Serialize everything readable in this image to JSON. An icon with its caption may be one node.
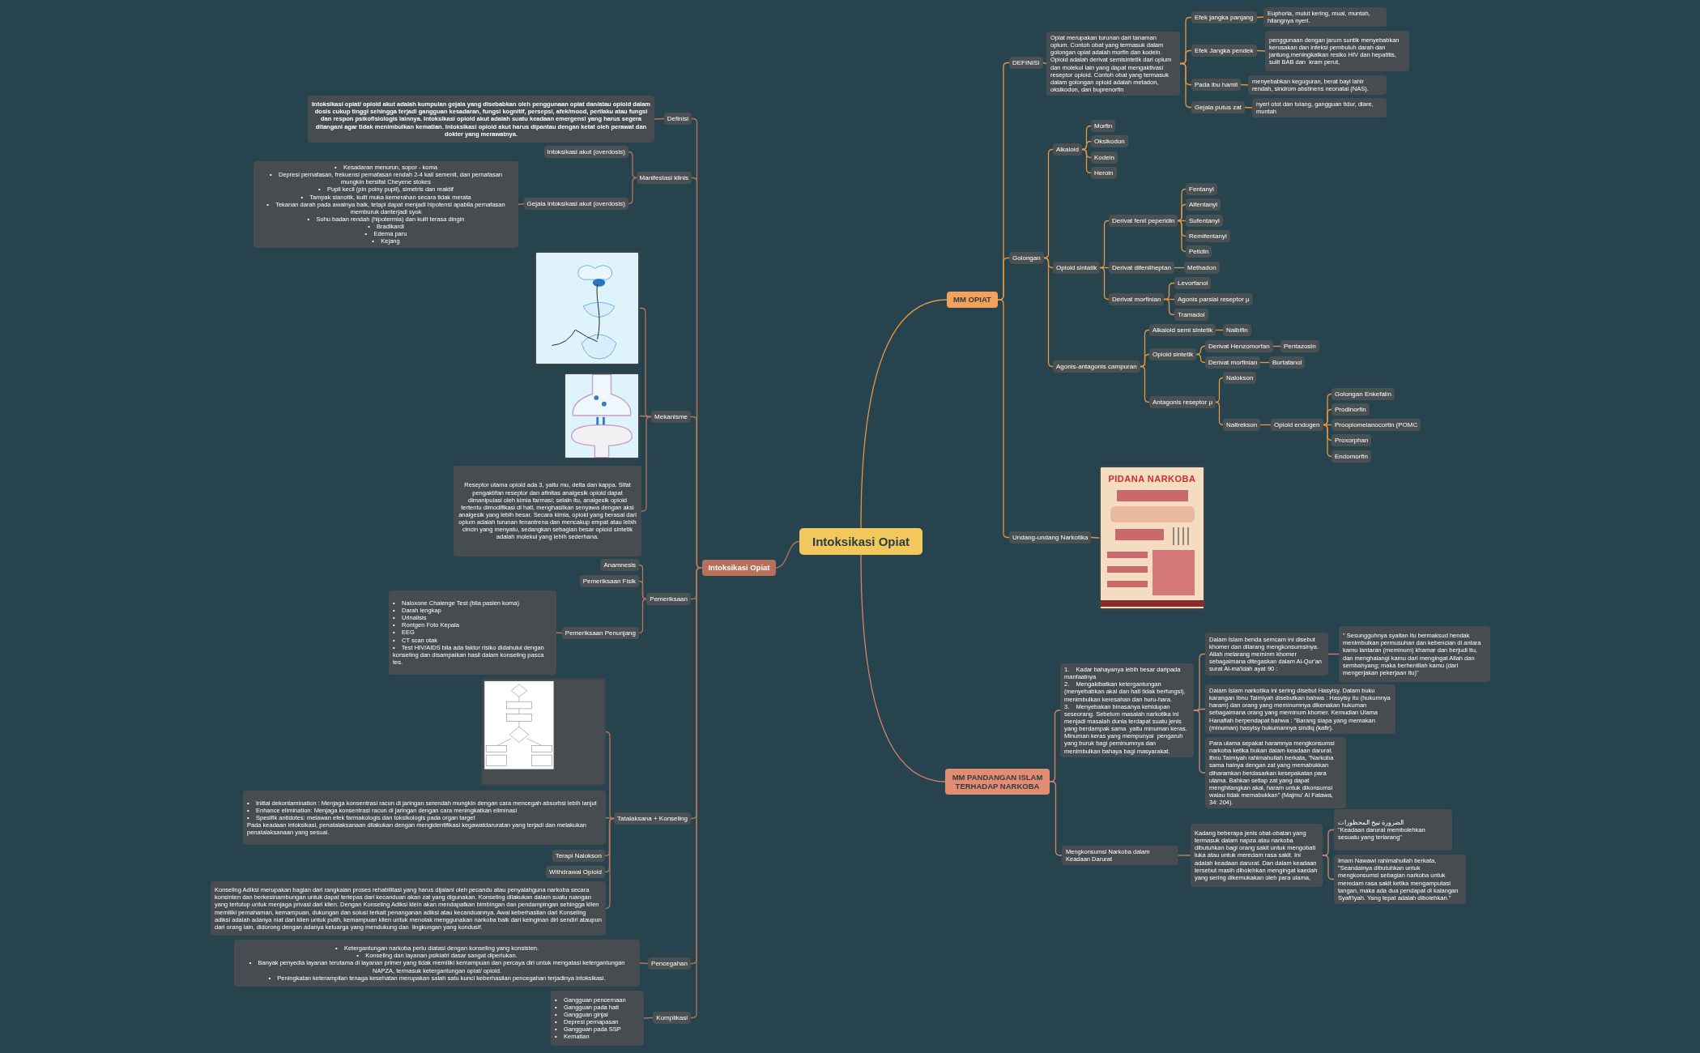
{
  "diagram": {
    "nodes": [
      {
        "text": [
          "Intoksikasi Opiat"
        ]
      },
      {
        "text": [
          "MM OPIAT"
        ]
      },
      {
        "text": [
          "DEFINISI"
        ]
      },
      {
        "text": [
          "Opiat merupakan turunan dari tanaman opium. Contoh obat yang termasuk dalam golongan opiat adalah morfin dan kodein. Opioid adalah derivat semisintetik dari opium dan molekul lain yang dapat mengaktivasi reseptor opioid. Contoh obat yang termasuk dalam golongan opioid adalah metadon, oksikodon, dan buprenorfin"
        ]
      },
      {
        "text": [
          "Efek jangka panjang"
        ]
      },
      {
        "text": [
          "Euphoria, mulut kering, mual, muntah, hilangnya nyeri."
        ]
      },
      {
        "text": [
          "Efek Jangka pendek"
        ]
      },
      {
        "text": [
          "penggunaan dengan jarum suntik menyebabkan kerusakan dan infeksi pembuluh darah dan jantung,meningkatkan resiko HIV dan hepatitis, sulit BAB dan  kram perut,"
        ]
      },
      {
        "text": [
          "Pada ibu hamil"
        ]
      },
      {
        "text": [
          "menyebabkan keguguran, berat bayi lahir rendah, sindrom abstinens neonatal (NAS)."
        ]
      },
      {
        "text": [
          "Gejala putus zat"
        ]
      },
      {
        "text": [
          "nyeri otot dan tulang, gangguan tidur, diare, muntah"
        ]
      },
      {
        "text": [
          "Golongan"
        ]
      },
      {
        "text": [
          "Alkaloid"
        ]
      },
      {
        "text": [
          "Morfin"
        ]
      },
      {
        "text": [
          "Oksikodon"
        ]
      },
      {
        "text": [
          "Kodein"
        ]
      },
      {
        "text": [
          "Heroin"
        ]
      },
      {
        "text": [
          "Opioid sintatik"
        ]
      },
      {
        "text": [
          "Derivat fenil peperidin"
        ]
      },
      {
        "text": [
          "Fentanyl"
        ]
      },
      {
        "text": [
          "Alfentanyl"
        ]
      },
      {
        "text": [
          "Sufentanyl"
        ]
      },
      {
        "text": [
          "Remifentanyl"
        ]
      },
      {
        "text": [
          "Petidin"
        ]
      },
      {
        "text": [
          "Derivat difenilheptan"
        ]
      },
      {
        "text": [
          "Methadon"
        ]
      },
      {
        "text": [
          "Derivat morfinian"
        ]
      },
      {
        "text": [
          "Levorfanol"
        ]
      },
      {
        "text": [
          "Agonis parsial reseptor µ"
        ]
      },
      {
        "text": [
          "Tramadol"
        ]
      },
      {
        "text": [
          "Agonis-antagonis campuran"
        ]
      },
      {
        "text": [
          "Alkaloid semi sintetik"
        ]
      },
      {
        "text": [
          "Nalbifin"
        ]
      },
      {
        "text": [
          "Opioid sintetik"
        ]
      },
      {
        "text": [
          "Derivat Henzomorfan"
        ]
      },
      {
        "text": [
          "Pentazosin"
        ]
      },
      {
        "text": [
          "Derivat morfinian"
        ]
      },
      {
        "text": [
          "Burtafanol"
        ]
      },
      {
        "text": [
          "Antagonis reseptor µ"
        ]
      },
      {
        "text": [
          "Nalokson"
        ]
      },
      {
        "text": [
          "Naltrekson"
        ]
      },
      {
        "text": [
          "Opioid endogen"
        ]
      },
      {
        "text": [
          "Golongan Enkefalin"
        ]
      },
      {
        "text": [
          "Prodinorfin"
        ]
      },
      {
        "text": [
          "Proopiomelanocortin (POMC"
        ]
      },
      {
        "text": [
          "Proxorphan"
        ]
      },
      {
        "text": [
          "Endomorfin"
        ]
      },
      {
        "text": [
          "Undang-undang Narkotika"
        ]
      },
      {
        "text": [],
        "shape": "picture"
      },
      {
        "text": [
          "MM PANDANGAN ISLAM TERHADAP NARKOBA"
        ]
      },
      {
        "text": [
          "1.    Kadar bahayanya lebih besar daripada manfaatnya",
          "2.    Mengakibatkan ketergantungan (menyebabkan akal dan hati tidak berfungsi), menimbulkan keresahan dan huru-hara.",
          "3.    Menyebakan binasanya kehidupan seseorang. Sebelum masalah narkotika ini menjadi masalah dunia terdapat suatu jenis yang berdampak sama  yaitu minuman keras. Minuman keras yang mempunyai  pengaruh yang buruk bagi peminumnya dan menimbulkan bahaya bagi masyarakat."
        ]
      },
      {
        "text": [
          "Dalam Islam benda semcam ini disebut khomer dan dilarang mengkonsumsinya. Allah melarang meminm khomer sebagaimana ditegaskan dalam Al-Qur'an surat Al-ma'idah ayat 90 :"
        ]
      },
      {
        "text": [
          "\" Sesungguhnya syaitan itu bermaksud hendak menimbulkan permusuhan dan kebencian di antara kamu lantaran (meminum) khamar dan berjudi itu, dan menghalangi kamu dari mengingat Allah dan sembahyang; maka berhentilah kamu (dari mengerjakan pekerjaan itu)\""
        ]
      },
      {
        "text": [
          "Dalam Islam narkotika ini sering disebut Hasyisy. Dalam buku karangan Ibnu Taimiyah disebutkan bahwa : Hasyisy itu (hukumnya haram) dan orang yang meminumnya dikenakan hukuman sebagaimana orang yang meminum khomer. Kemudian Ulama Hanafiah berpendapat bahwa : \"Barang siapa yang memakan (minuman) hasyisy hukumannya sindiq (kafir)."
        ]
      },
      {
        "text": [
          "Para ulama sepakat haramnya mengkonsumsi narkoba ketika bukan dalam keadaan darurat. Ibnu Taimiyah rahimahullah berkata, \"Narkoba sama halnya dengan zat yang memabukkan diharamkan berdasarkan kesepakatan para ulama. Bahkan setiap zat yang dapat menghilangkan akal, haram untuk dikonsumsi walau tidak memabukkan\" (Majmu' Al Fatawa, 34: 204)."
        ]
      },
      {
        "text": [
          "Mengkonsumsi Narkoba dalam Keadaan Darurat"
        ]
      },
      {
        "text": [
          "Kadang beberapa jenis obat-obatan yang termasuk dalam napza atau narkoba dibutuhkan bagi orang sakit untuk mengobati luka atau untuk meredam rasa sakit. Ini adalah keadaan darurat. Dan dalam keadaan tersebut masih dibolehkan mengingat kaedah yang sering dikemukakan oleh para ulama,"
        ]
      },
      {
        "text": [
          "الضرورة تبيح المحظورات",
          "\"Keadaan darurat membolehkan sesuatu yang terlarang\""
        ]
      },
      {
        "text": [
          "Imam Nawawi rahimahullah berkata, \"Seandainya dibutuhkan untuk mengkonsumsi sebagian narkoba untuk meredam rasa sakit ketika mengamputasi tangan, maka ada dua pendapat di kalangan Syafi'iyah. Yang tepat adalah dibolehkan.\""
        ]
      },
      {
        "text": [
          "Intoksikasi Opiat"
        ]
      },
      {
        "text": [
          "Definisi"
        ]
      },
      {
        "text": [
          "Intoksikasi opiat/ opioid akut adalah kumpulan gejala yang disebabkan oleh penggunaan opiat dan/atau opioid dalam dosis cukup tinggi sehingga terjadi gangguan kesadaran, fungsi kognitif, persepsi, afek/mood, perilaku atau fungsi dan respon psikofisiologis lainnya. Intoksikasi opioid akut adalah suatu keadaan emergensi yang harus segera ditangani agar tidak menimbulkan kematian. Intoksikasi opioid akut harus dipantau dengan ketat oleh perawat dan dokter yang merawatnya."
        ]
      },
      {
        "text": [
          "Manifestasi klinis"
        ]
      },
      {
        "text": [
          "Intoksikasi akut (overdosis)"
        ]
      },
      {
        "text": [
          "Gejala intoksikasi akut (overdosis)"
        ]
      },
      {
        "text": [
          "•    Kesadaran menurun, sopor - koma",
          "•    Depresi pernafasan, frekuensi pernafasan rendah 2-4 kali semenit, dan pernafasan mungkin bersifat Cheyene stokes",
          "•    Pupil kecil (pin poiny pupil), simetris dan reaktif",
          "•    Tampak sianotik, kulit muka kemerahan secara tidak merata",
          "•    Tekanan darah pada awalnya baik, tetapi dapat menjadi hipotensi apabila pernafasan memburuk danterjadi syok",
          "•    Suhu badan rendah (hipotermia) dan kulit terasa dingin",
          "•    Bradikardi",
          "•    Edema paru",
          "•    Kejang"
        ]
      },
      {
        "text": [
          "Mekanisme"
        ]
      },
      {
        "text": [],
        "shape": "picture"
      },
      {
        "text": [],
        "shape": "picture"
      },
      {
        "text": [
          "Reseptor utama opioid ada 3, yaitu mu, delta dan kappa. Sifat pengaktifan reseptor dan afinitas analgesik opioid dapat dimanipulasi oleh kimia farmasi; selain itu, analgesik opioid tertentu dimodifikasi di hati, menghasilkan senyawa dengan aksi analgesik yang lebih besar. Secara kimia, opioid yang berasal dari opium adalah turunan fenantrena dan mencakup empat atau lebih cincin yang menyatu, sedangkan sebagian besar opioid sintetik adalah molekul yang lebih sederhana."
        ]
      },
      {
        "text": [
          "Pemeriksaan"
        ]
      },
      {
        "text": [
          "Anamnesis"
        ]
      },
      {
        "text": [
          "Pemeriksaan Fisik"
        ]
      },
      {
        "text": [
          "Pemeriksaan Penunjang"
        ]
      },
      {
        "text": [
          "•    Naloxone Chalenge Test (bila pasien koma)",
          "•    Darah lengkap",
          "•    Urinalisis",
          "•    Rontgen Foto Kepala",
          "•    EEG",
          "•    CT scan otak",
          "•    Test HIV/AIDS bila ada faktor risiko didahului dengan konseling dan disampaikan hasil dalam konseling pasca tes."
        ]
      },
      {
        "text": [
          "Tatalaksana + Konseling"
        ]
      },
      {
        "text": [],
        "shape": "picture"
      },
      {
        "text": [
          "•    Initial dekontamination : Menjaga konsentrasi racun di jaringan serendah mungkin dengan cara mencegah absorbsi lebih lanjut",
          "•    Enhance elimination: Menjaga konsentrasi racun di jaringan dengan cara meningkatkan eliminasi",
          "•    Spesifik antidotes: melawan efek farmakologis dan toksikologis pada organ target",
          "Pada keadaan intoksikasi, penatalaksanaan dilakukan dengan mengidentifikasi kegawatdaruratan yang terjadi dan melakukan penatalaksanaan yang sesuai."
        ]
      },
      {
        "text": [
          "Terapi Nalokson"
        ]
      },
      {
        "text": [
          "Withdrawal Opioid"
        ]
      },
      {
        "text": [
          "Konseling Adiksi merupakan bagian dari rangkaian proses rehabilitasi yang harus dijalani oleh pecandu atau penyalahguna narkoba secara konsinten dan berkesinambungan untuk dapat terlepas dari kecanduan akan zat yang digunakan. Konseling dilakukan dalam suatu ruangan yang tertutup untuk menjaga privasi dari klien. Dengan Konseling Adiksi klein akan mendapatkan bimbingan dan pendampingan sehingga klien memiliki pemahaman, kemampuan, dukungan dan solusi terkait penanganan adiksi atau kecanduannya. Awal keberhasilan dari Konseling adiksi adalah adanya niat dari klien untuk pulih, kemampuan klien untuk menolak menggunakan narkoba baik dari keinginan diri sendiri ataupun dari orang lain, didorong dengan adanya keluarga yang mendukung dan  lingkungan yang kondusif."
        ]
      },
      {
        "text": [
          "Pencegahan"
        ]
      },
      {
        "text": [
          "•    Ketergantungan narkoba perlu diatasi dengan konseling yang konsisten.",
          "•    Konseling dan layanan psikiatri dasar sangat diperlukan.",
          "•    Banyak penyedia layanan terutama di layanan primer yang tidak memiliki kemampuan dan percaya diri untuk mengatasi ketergantungan NAPZA, termasuk ketergantungan opiat/ opioid.",
          "•    Peningkatan keterampilan tenaga kesehatan merupakan salah satu kunci keberhasilan pencegahan terjadinya intoksikasi."
        ]
      },
      {
        "text": [
          "Komplikasi"
        ]
      },
      {
        "text": [
          "•    Gangguan pencernaan",
          "•    Gangguan pada hati",
          "•    Gangguan ginjal",
          "•    Depresi pernapasan",
          "•    Gangguan pada SSP",
          "•    Kematian"
        ]
      }
    ],
    "edges": [
      {
        "from": 0,
        "to": 1,
        "arrow": "none"
      },
      {
        "from": 0,
        "to": 50,
        "arrow": "none",
        "color": "#d9826a"
      },
      {
        "from": 0,
        "to": 60,
        "arrow": "none",
        "color": "#b5755e"
      },
      {
        "from": 1,
        "to": 2,
        "arrow": "none"
      },
      {
        "from": 1,
        "to": 12,
        "arrow": "none"
      },
      {
        "from": 1,
        "to": 48,
        "arrow": "none"
      },
      {
        "from": 2,
        "to": 3,
        "arrow": "none"
      },
      {
        "from": 3,
        "to": 4,
        "arrow": "none"
      },
      {
        "from": 3,
        "to": 6,
        "arrow": "none"
      },
      {
        "from": 3,
        "to": 8,
        "arrow": "none"
      },
      {
        "from": 3,
        "to": 10,
        "arrow": "none"
      },
      {
        "from": 4,
        "to": 5,
        "arrow": "none"
      },
      {
        "from": 6,
        "to": 7,
        "arrow": "none"
      },
      {
        "from": 8,
        "to": 9,
        "arrow": "none"
      },
      {
        "from": 10,
        "to": 11,
        "arrow": "none"
      },
      {
        "from": 12,
        "to": 13,
        "arrow": "none"
      },
      {
        "from": 12,
        "to": 18,
        "arrow": "none"
      },
      {
        "from": 12,
        "to": 31,
        "arrow": "none"
      },
      {
        "from": 13,
        "to": 14,
        "arrow": "none"
      },
      {
        "from": 13,
        "to": 15,
        "arrow": "none"
      },
      {
        "from": 13,
        "to": 16,
        "arrow": "none"
      },
      {
        "from": 13,
        "to": 17,
        "arrow": "none"
      },
      {
        "from": 18,
        "to": 19,
        "arrow": "none"
      },
      {
        "from": 18,
        "to": 25,
        "arrow": "none"
      },
      {
        "from": 18,
        "to": 27,
        "arrow": "none"
      },
      {
        "from": 19,
        "to": 20,
        "arrow": "none"
      },
      {
        "from": 19,
        "to": 21,
        "arrow": "none"
      },
      {
        "from": 19,
        "to": 22,
        "arrow": "none"
      },
      {
        "from": 19,
        "to": 23,
        "arrow": "none"
      },
      {
        "from": 19,
        "to": 24,
        "arrow": "none"
      },
      {
        "from": 25,
        "to": 26,
        "arrow": "none"
      },
      {
        "from": 27,
        "to": 28,
        "arrow": "none"
      },
      {
        "from": 27,
        "to": 29,
        "arrow": "none"
      },
      {
        "from": 27,
        "to": 30,
        "arrow": "none"
      },
      {
        "from": 31,
        "to": 32,
        "arrow": "none"
      },
      {
        "from": 31,
        "to": 34,
        "arrow": "none"
      },
      {
        "from": 31,
        "to": 39,
        "arrow": "none"
      },
      {
        "from": 32,
        "to": 33,
        "arrow": "none"
      },
      {
        "from": 34,
        "to": 35,
        "arrow": "none"
      },
      {
        "from": 34,
        "to": 37,
        "arrow": "none"
      },
      {
        "from": 35,
        "to": 36,
        "arrow": "none"
      },
      {
        "from": 37,
        "to": 38,
        "arrow": "none"
      },
      {
        "from": 39,
        "to": 40,
        "arrow": "none"
      },
      {
        "from": 39,
        "to": 41,
        "arrow": "none"
      },
      {
        "from": 41,
        "to": 42,
        "arrow": "none"
      },
      {
        "from": 42,
        "to": 43,
        "arrow": "none"
      },
      {
        "from": 42,
        "to": 44,
        "arrow": "none"
      },
      {
        "from": 42,
        "to": 45,
        "arrow": "none"
      },
      {
        "from": 42,
        "to": 46,
        "arrow": "none"
      },
      {
        "from": 42,
        "to": 47,
        "arrow": "none"
      },
      {
        "from": 48,
        "to": 49,
        "arrow": "none"
      },
      {
        "from": 50,
        "to": 51,
        "arrow": "none",
        "color": "#d9826a"
      },
      {
        "from": 50,
        "to": 56,
        "arrow": "none",
        "color": "#d9826a"
      },
      {
        "from": 51,
        "to": 52,
        "arrow": "none",
        "color": "#d9826a"
      },
      {
        "from": 51,
        "to": 54,
        "arrow": "none",
        "color": "#d9826a"
      },
      {
        "from": 51,
        "to": 55,
        "arrow": "none",
        "color": "#d9826a"
      },
      {
        "from": 52,
        "to": 53,
        "arrow": "none",
        "color": "#d9826a"
      },
      {
        "from": 56,
        "to": 57,
        "arrow": "none",
        "color": "#d9826a"
      },
      {
        "from": 57,
        "to": 58,
        "arrow": "none",
        "color": "#d9826a"
      },
      {
        "from": 57,
        "to": 59,
        "arrow": "none",
        "color": "#d9826a"
      },
      {
        "from": 60,
        "to": 61,
        "arrow": "none",
        "color": "#b5755e"
      },
      {
        "from": 60,
        "to": 63,
        "arrow": "none",
        "color": "#b5755e"
      },
      {
        "from": 60,
        "to": 67,
        "arrow": "none",
        "color": "#b5755e"
      },
      {
        "from": 60,
        "to": 71,
        "arrow": "none",
        "color": "#b5755e"
      },
      {
        "from": 60,
        "to": 76,
        "arrow": "none",
        "color": "#b5755e"
      },
      {
        "from": 60,
        "to": 82,
        "arrow": "none",
        "color": "#b5755e"
      },
      {
        "from": 60,
        "to": 84,
        "arrow": "none",
        "color": "#b5755e"
      },
      {
        "from": 61,
        "to": 62,
        "arrow": "none",
        "color": "#b5755e"
      },
      {
        "from": 63,
        "to": 64,
        "arrow": "none",
        "color": "#b5755e"
      },
      {
        "from": 63,
        "to": 65,
        "arrow": "none",
        "color": "#b5755e"
      },
      {
        "from": 65,
        "to": 66,
        "arrow": "none",
        "color": "#b5755e"
      },
      {
        "from": 67,
        "to": 68,
        "arrow": "none",
        "color": "#b5755e"
      },
      {
        "from": 67,
        "to": 69,
        "arrow": "none",
        "color": "#b5755e"
      },
      {
        "from": 67,
        "to": 70,
        "arrow": "none",
        "color": "#b5755e"
      },
      {
        "from": 71,
        "to": 72,
        "arrow": "none",
        "color": "#b5755e"
      },
      {
        "from": 71,
        "to": 73,
        "arrow": "none",
        "color": "#b5755e"
      },
      {
        "from": 71,
        "to": 74,
        "arrow": "none",
        "color": "#b5755e"
      },
      {
        "from": 74,
        "to": 75,
        "arrow": "none",
        "color": "#b5755e"
      },
      {
        "from": 76,
        "to": 77,
        "arrow": "none",
        "color": "#b5755e"
      },
      {
        "from": 76,
        "to": 78,
        "arrow": "none",
        "color": "#b5755e"
      },
      {
        "from": 76,
        "to": 79,
        "arrow": "none",
        "color": "#b5755e"
      },
      {
        "from": 76,
        "to": 80,
        "arrow": "none",
        "color": "#b5755e"
      },
      {
        "from": 76,
        "to": 81,
        "arrow": "none",
        "color": "#b5755e"
      },
      {
        "from": 82,
        "to": 83,
        "arrow": "none",
        "color": "#b5755e"
      },
      {
        "from": 84,
        "to": 85,
        "arrow": "none",
        "color": "#b5755e"
      }
    ],
    "labels": [
      "PIDANA NARKOBA"
    ]
  }
}
